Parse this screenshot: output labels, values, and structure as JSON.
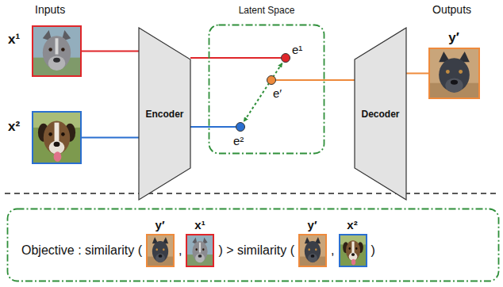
{
  "diagram": {
    "nodes": [
      {
        "text": [
          "x¹"
        ]
      },
      {
        "text": [
          "x²"
        ]
      },
      {
        "text": [
          "Encoder"
        ]
      },
      {
        "text": [
          "Latent Space"
        ]
      },
      {
        "text": [
          "e¹"
        ],
        "in": 3
      },
      {
        "text": [
          "e′"
        ],
        "in": 3
      },
      {
        "text": [
          "e²"
        ],
        "in": 3
      },
      {
        "text": [
          "Decoder"
        ]
      },
      {
        "text": [
          "y′"
        ]
      },
      {
        "text": [
          "Objective : similarity (",
          ",",
          ") > similarity (",
          ",",
          ")"
        ]
      },
      {
        "text": [
          "y′"
        ],
        "in": 9
      },
      {
        "text": [
          "x¹"
        ],
        "in": 9
      },
      {
        "text": [
          "y′"
        ],
        "in": 9
      },
      {
        "text": [
          "x²"
        ],
        "in": 9
      }
    ],
    "edges": [
      {
        "from": 0,
        "to": 2,
        "arrow": "none"
      },
      {
        "from": 2,
        "to": 4,
        "arrow": "none"
      },
      {
        "from": 1,
        "to": 2,
        "arrow": "none"
      },
      {
        "from": 2,
        "to": 6,
        "arrow": "none"
      },
      {
        "from": 4,
        "to": 6,
        "arrow": "both"
      },
      {
        "from": 5,
        "to": 7,
        "arrow": "none"
      },
      {
        "from": 7,
        "to": 8,
        "arrow": "none"
      }
    ],
    "labels": [
      "Inputs",
      "Outputs"
    ]
  }
}
